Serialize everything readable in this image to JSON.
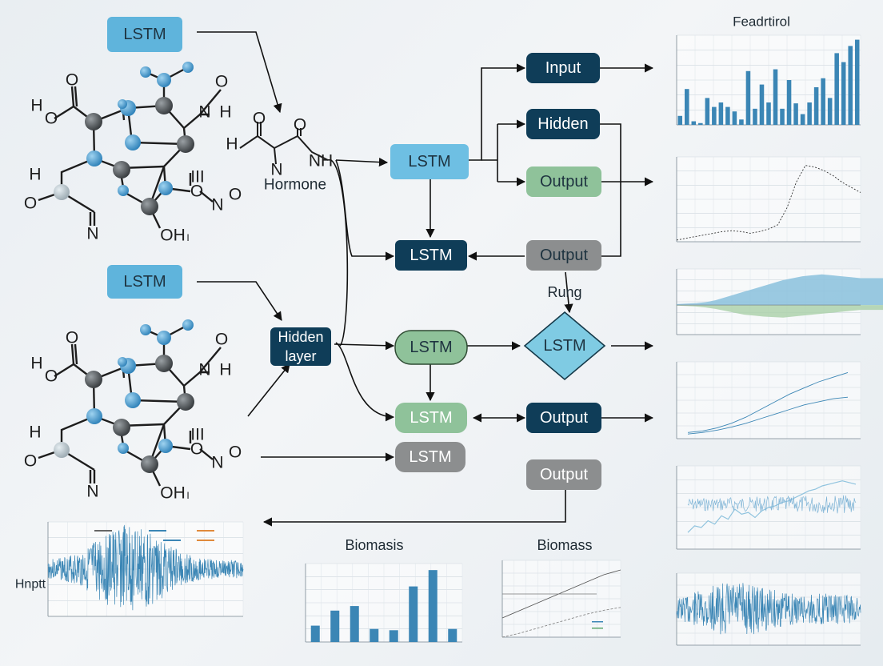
{
  "colors": {
    "light_blue": "#5fb4dc",
    "navy": "#0f3d58",
    "green": "#8fc29a",
    "gray": "#8c8e8f",
    "diamond": "#7fcbe3",
    "series_blue": "#3b86b5",
    "series_light": "#8fc3de"
  },
  "nodes": {
    "lstm_top_left": "LSTM",
    "lstm_mid_left": "LSTM",
    "hidden_layer": "Hidden\nlayer",
    "lstm_center_top": "LSTM",
    "lstm_navy": "LSTM",
    "lstm_green": "LSTM",
    "lstm_green_bottom": "LSTM",
    "lstm_gray_bottom": "LSTM",
    "input": "Input",
    "hidden": "Hidden",
    "output_green": "Output",
    "output_gray_top": "Output",
    "lstm_diamond": "LSTM",
    "output_navy": "Output",
    "output_gray_bottom": "Output"
  },
  "labels": {
    "hormone_nh": "NH",
    "hormone": "Hormone",
    "rung": "Rung",
    "biomasis": "Biomasis",
    "biomass": "Biomass",
    "feadrtirol": "Feadrtirol",
    "hnptt": "Hnptt"
  },
  "molecule_labels": {
    "h": "H",
    "o": "O",
    "n": "N",
    "oh": "OH",
    "o_sub": "I",
    "iii": "III"
  },
  "chart_data": [
    {
      "type": "bar",
      "title": "Feadrtirol",
      "values": [
        10,
        40,
        4,
        2,
        30,
        20,
        25,
        20,
        15,
        6,
        60,
        18,
        45,
        25,
        62,
        18,
        50,
        24,
        12,
        25,
        42,
        52,
        30,
        80,
        70,
        88,
        95
      ]
    },
    {
      "type": "line",
      "values": [
        2,
        4,
        6,
        8,
        10,
        12,
        13,
        12,
        10,
        12,
        15,
        20,
        40,
        70,
        90,
        88,
        84,
        78,
        70,
        64,
        58
      ]
    },
    {
      "type": "area",
      "values_top": [
        2,
        3,
        4,
        6,
        10,
        16,
        22,
        28,
        34,
        40,
        46,
        52,
        56,
        60,
        62,
        64,
        62,
        60,
        58,
        56
      ],
      "values_bottom": [
        -1,
        -2,
        -3,
        -5,
        -8,
        -12,
        -16,
        -20,
        -22,
        -24,
        -25,
        -26,
        -24,
        -22,
        -20,
        -18,
        -16,
        -14,
        -12,
        -10
      ]
    },
    {
      "type": "line",
      "series": [
        {
          "values": [
            8,
            10,
            14,
            20,
            28,
            38,
            48,
            58,
            66,
            74,
            80,
            86
          ]
        },
        {
          "values": [
            6,
            8,
            11,
            15,
            20,
            26,
            32,
            38,
            44,
            48,
            52,
            54
          ]
        }
      ]
    },
    {
      "type": "line",
      "values": [
        20,
        28,
        26,
        34,
        30,
        40,
        36,
        48,
        42,
        44,
        38,
        46,
        50,
        52,
        56,
        58,
        62,
        66,
        70,
        72,
        76,
        78,
        80,
        82,
        80,
        78
      ]
    },
    {
      "type": "line",
      "ylabel": "Hnptt",
      "values": [
        0
      ]
    },
    {
      "type": "bar",
      "title": "Biomasis",
      "values": [
        25,
        48,
        55,
        20,
        18,
        85,
        110,
        20
      ]
    },
    {
      "type": "line",
      "title": "Biomass",
      "series": [
        {
          "values": [
            40,
            55,
            70,
            85,
            100,
            115,
            130,
            140
          ]
        },
        {
          "values": [
            0,
            8,
            18,
            28,
            38,
            48,
            56,
            62
          ]
        }
      ]
    },
    {
      "type": "line",
      "values": [
        0
      ]
    }
  ]
}
